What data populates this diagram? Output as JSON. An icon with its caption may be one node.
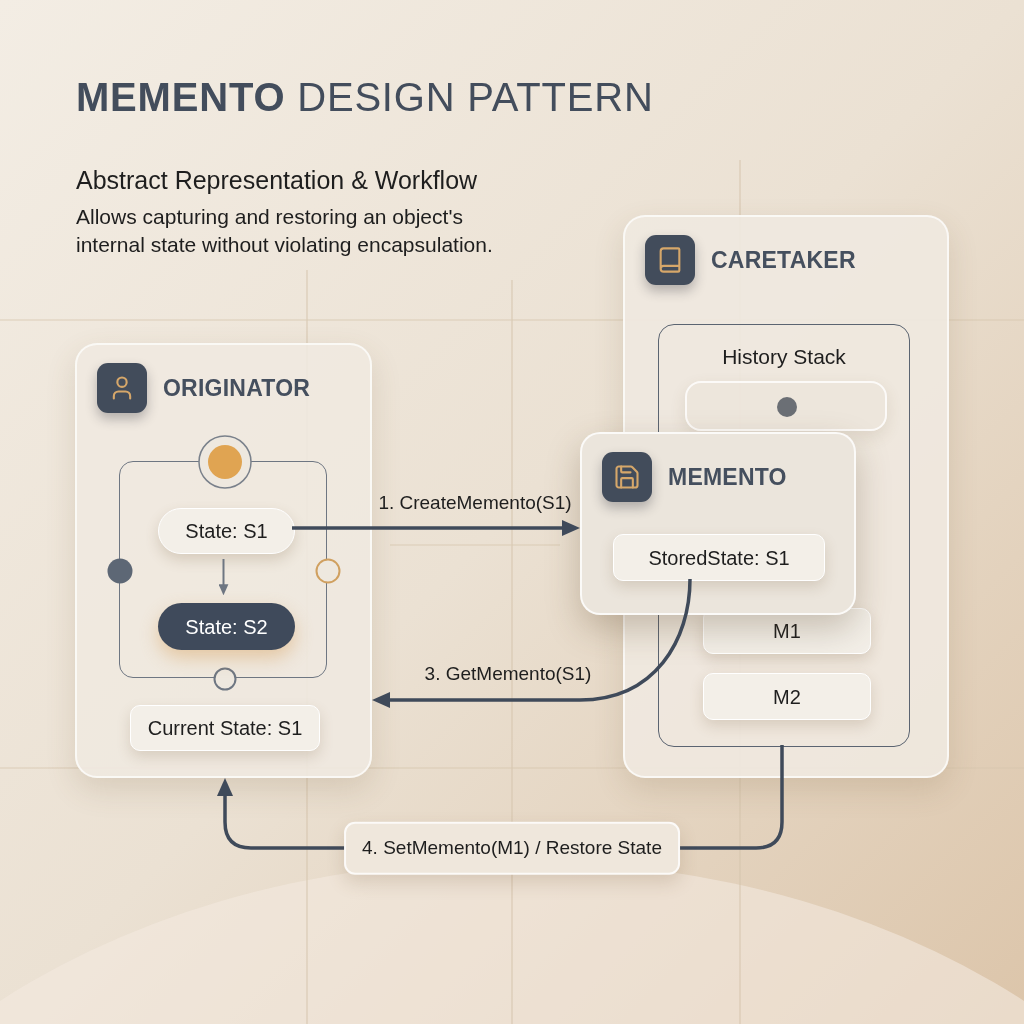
{
  "diagram": {
    "title": "**MEMENTO** DESIGN PATTERN",
    "nodes": [
      {
        "text": [
          "ORIGINATOR"
        ]
      },
      {
        "text": [],
        "shape": "box",
        "in": 0
      },
      {
        "text": [
          "State: S1"
        ],
        "in": 1
      },
      {
        "text": [
          "State: S2"
        ],
        "in": 1
      },
      {
        "text": [
          "Current State: S1"
        ],
        "in": 0
      },
      {
        "text": [
          "CARETAKER"
        ]
      },
      {
        "text": [
          "History Stack"
        ],
        "in": 5
      },
      {
        "text": [],
        "shape": "box",
        "in": 6
      },
      {
        "text": [
          "M1"
        ],
        "in": 6
      },
      {
        "text": [
          "M2"
        ],
        "in": 6
      },
      {
        "text": [
          "MEMENTO"
        ]
      },
      {
        "text": [
          "StoredState: S1"
        ],
        "in": 10
      }
    ],
    "edges": [
      {
        "from": 2,
        "to": 3,
        "arrow": "to",
        "color": "#6e7682"
      },
      {
        "from": 2,
        "to": 10,
        "arrow": "to",
        "label": "1. CreateMemento(S1)"
      },
      {
        "from": 11,
        "to": 0,
        "arrow": "to",
        "label": "3. GetMemento(S1)"
      },
      {
        "from": 6,
        "to": 0,
        "arrow": "to",
        "label": "4. SetMemento(M1) / Restore State"
      }
    ],
    "labels": [
      "Abstract Representation & Workflow",
      "Allows capturing and restoring an object's internal state without violating encapsulation."
    ]
  }
}
